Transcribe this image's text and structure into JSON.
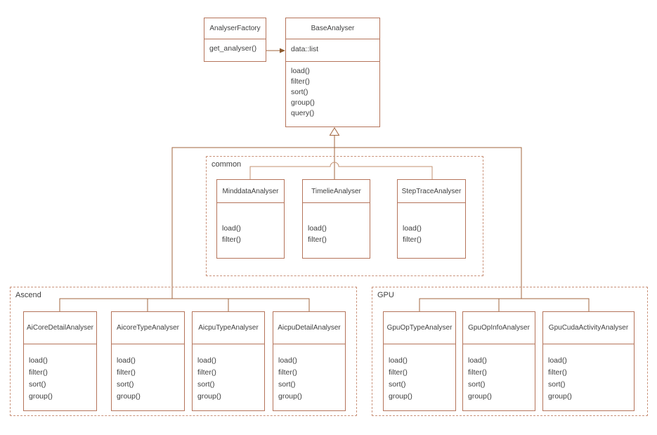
{
  "colors": {
    "box_border": "#b5745a",
    "group_border": "#c9927a",
    "connector": "#a2653e",
    "connector_light": "#c39272",
    "arrow": "#8c5a2f",
    "text": "#404040"
  },
  "factory": {
    "title": "AnalyserFactory",
    "methods": [
      "get_analyser()"
    ]
  },
  "base": {
    "title": "BaseAnalyser",
    "attributes": [
      "data::list"
    ],
    "methods": [
      "load()",
      "filter()",
      "sort()",
      "group()",
      "query()"
    ]
  },
  "groups": {
    "common": {
      "label": "common",
      "classes": [
        {
          "title": "MinddataAnalyser",
          "methods": [
            "load()",
            "filter()"
          ]
        },
        {
          "title": "TimelieAnalyser",
          "methods": [
            "load()",
            "filter()"
          ]
        },
        {
          "title": "StepTraceAnalyser",
          "methods": [
            "load()",
            "filter()"
          ]
        }
      ]
    },
    "ascend": {
      "label": "Ascend",
      "classes": [
        {
          "title": "AiCoreDetailAnalyser",
          "methods": [
            "load()",
            "filter()",
            "sort()",
            "group()"
          ]
        },
        {
          "title": "AicoreTypeAnalyser",
          "methods": [
            "load()",
            "filter()",
            "sort()",
            "group()"
          ]
        },
        {
          "title": "AicpuTypeAnalyser",
          "methods": [
            "load()",
            "filter()",
            "sort()",
            "group()"
          ]
        },
        {
          "title": "AicpuDetailAnalyser",
          "methods": [
            "load()",
            "filter()",
            "sort()",
            "group()"
          ]
        }
      ]
    },
    "gpu": {
      "label": "GPU",
      "classes": [
        {
          "title": "GpuOpTypeAnalyser",
          "methods": [
            "load()",
            "filter()",
            "sort()",
            "group()"
          ]
        },
        {
          "title": "GpuOpInfoAnalyser",
          "methods": [
            "load()",
            "filter()",
            "sort()",
            "group()"
          ]
        },
        {
          "title": "GpuCudaActivityAnalyser",
          "methods": [
            "load()",
            "filter()",
            "sort()",
            "group()"
          ]
        }
      ]
    }
  }
}
